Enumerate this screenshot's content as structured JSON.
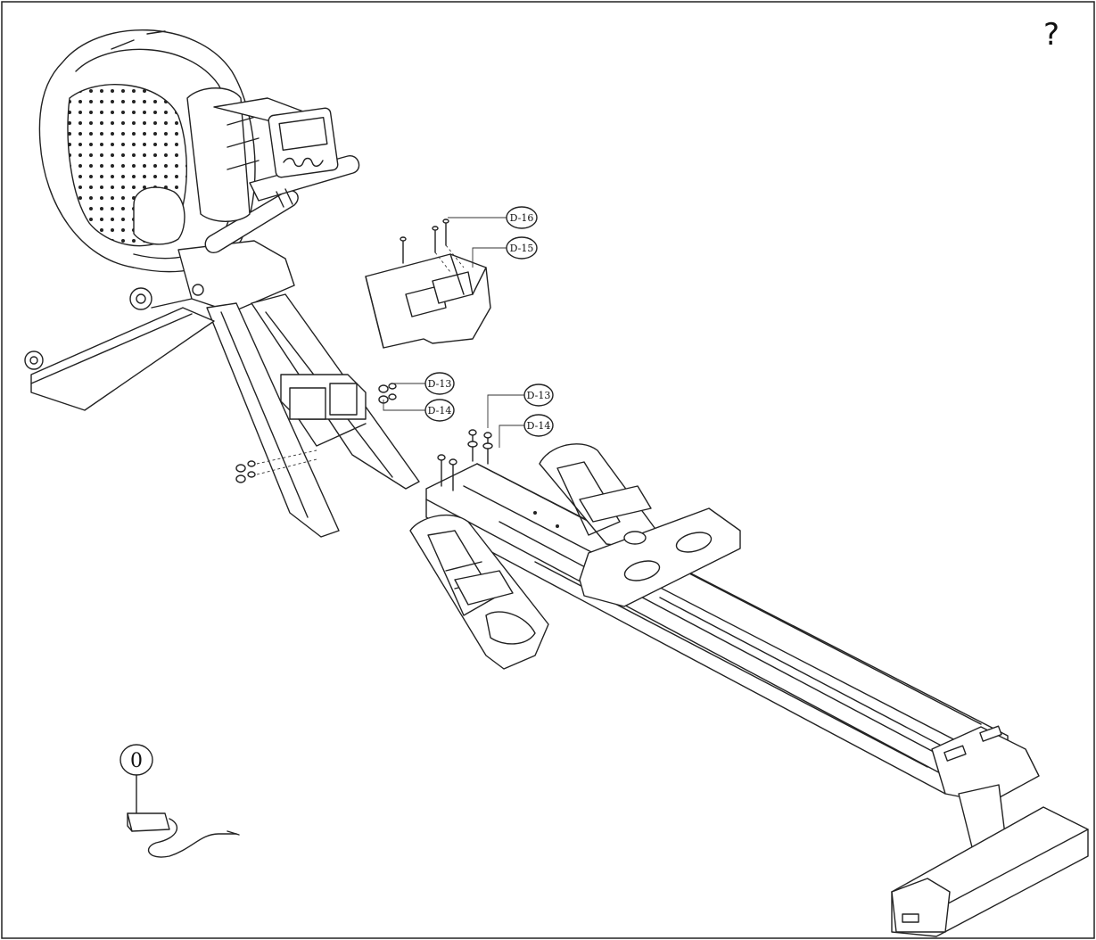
{
  "header": {
    "help_symbol": "?"
  },
  "step_marker": {
    "label": "0"
  },
  "callouts": [
    {
      "id": "D-16",
      "label": "D-16"
    },
    {
      "id": "D-15",
      "label": "D-15"
    },
    {
      "id": "D-13-left",
      "label": "D-13"
    },
    {
      "id": "D-14-left",
      "label": "D-14"
    },
    {
      "id": "D-13-right",
      "label": "D-13"
    },
    {
      "id": "D-14-right",
      "label": "D-14"
    }
  ],
  "colors": {
    "line": "#222222",
    "background": "#ffffff"
  }
}
